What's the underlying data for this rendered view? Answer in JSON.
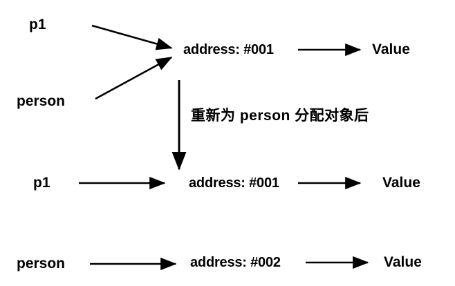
{
  "diagram": {
    "type": "pointer-reassignment-diagram",
    "background_color": "#ffffff",
    "stroke_color": "#000000",
    "text_color": "#000000",
    "rows": [
      {
        "id": "row-initial",
        "pointers": [
          "p1",
          "person"
        ],
        "address": "address: #001",
        "value": "Value"
      },
      {
        "id": "row-after-p1",
        "pointer": "p1",
        "address": "address: #001",
        "value": "Value"
      },
      {
        "id": "row-after-person",
        "pointer": "person",
        "address": "address: #002",
        "value": "Value"
      }
    ],
    "labels": {
      "p1_top": "p1",
      "person_top": "person",
      "address_001_top": "address: #001",
      "value_top": "Value",
      "transition_note": "重新为 person 分配对象后",
      "p1_mid": "p1",
      "address_001_mid": "address: #001",
      "value_mid": "Value",
      "person_bottom": "person",
      "address_002_bottom": "address: #002",
      "value_bottom": "Value"
    },
    "arrows": [
      {
        "name": "arrow-p1-to-address001-top",
        "from": "p1",
        "to": "address: #001",
        "direction": "diagonal-down-right"
      },
      {
        "name": "arrow-person-to-address001-top",
        "from": "person",
        "to": "address: #001",
        "direction": "diagonal-up-right"
      },
      {
        "name": "arrow-address001-to-value-top",
        "from": "address: #001",
        "to": "Value",
        "direction": "right"
      },
      {
        "name": "arrow-transition-down",
        "from": "address: #001",
        "to": "address: #001",
        "direction": "down"
      },
      {
        "name": "arrow-p1-to-address001-mid",
        "from": "p1",
        "to": "address: #001",
        "direction": "right"
      },
      {
        "name": "arrow-address001-to-value-mid",
        "from": "address: #001",
        "to": "Value",
        "direction": "right"
      },
      {
        "name": "arrow-person-to-address002-bottom",
        "from": "person",
        "to": "address: #002",
        "direction": "right"
      },
      {
        "name": "arrow-address002-to-value-bottom",
        "from": "address: #002",
        "to": "Value",
        "direction": "right"
      }
    ]
  }
}
